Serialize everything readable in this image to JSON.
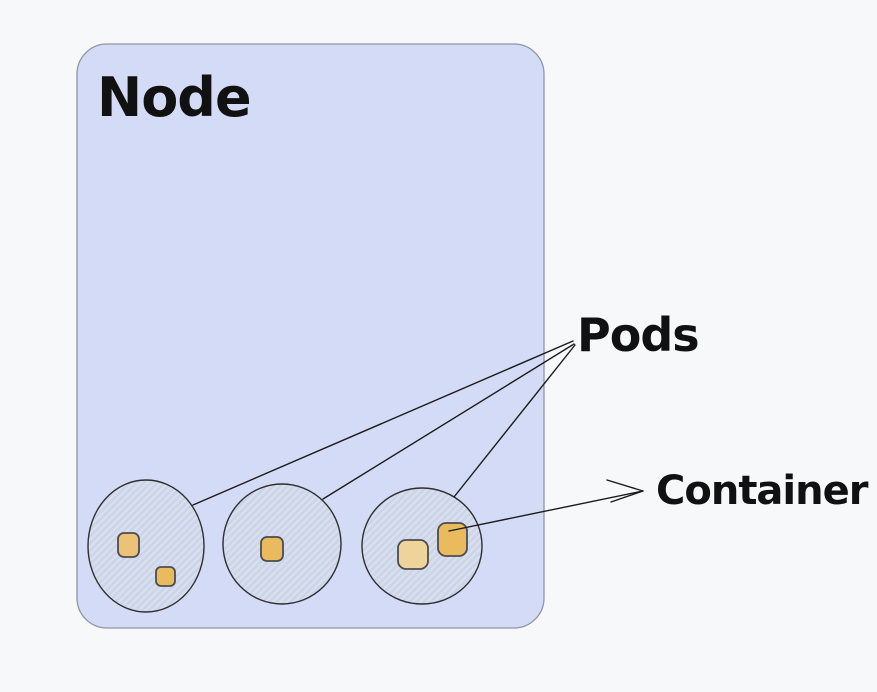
{
  "canvas": {
    "background_color": "#f7f8fa"
  },
  "diagram": {
    "node": {
      "label": "Node"
    },
    "pods": {
      "label": "Pods",
      "items": [
        {
          "id": "pod-1",
          "container_count": 2
        },
        {
          "id": "pod-2",
          "container_count": 1
        },
        {
          "id": "pod-3",
          "container_count": 2
        }
      ]
    },
    "container": {
      "label": "Container"
    }
  },
  "colors": {
    "node_fill": "#d3dbf6",
    "node_border": "#8f96a8",
    "pod_fill": "#cdd5e9",
    "pod_hatch_line": "#dadfef",
    "pod_border": "#2f2f2f",
    "container_fill": "#ecc178",
    "container_fill_dark": "#e9ba5e",
    "container_fill_light": "#eed39b",
    "container_border": "#4d4d4d",
    "line_color": "#1b1b1b",
    "text_color": "#111111"
  }
}
